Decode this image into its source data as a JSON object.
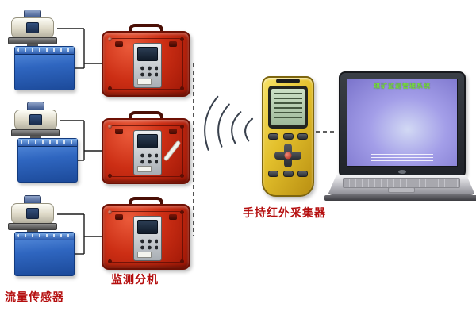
{
  "labels": {
    "flow_sensor": "流量传感器",
    "monitor_unit": "监测分机",
    "handheld_collector": "手持红外采集器"
  },
  "laptop": {
    "screen_title": "煤矿监测管理系统"
  },
  "components": {
    "flow_sensor_groups": 3,
    "monitor_units": 3,
    "wireless_arcs": 4
  },
  "colors": {
    "label_text": "#b50f0f",
    "monitor_case_red": "#cc2e14",
    "tank_blue": "#2f66c0",
    "handheld_yellow": "#e3c02c",
    "laptop_screen_purple": "#a39ee8"
  },
  "icons": {
    "flow_transmitter": "flow-transmitter-icon",
    "sensor_tank": "sensor-tank-icon",
    "monitor_unit": "monitor-unit-icon",
    "wireless_signal": "wireless-signal-icon",
    "handheld_collector": "handheld-collector-icon",
    "laptop": "laptop-icon"
  }
}
